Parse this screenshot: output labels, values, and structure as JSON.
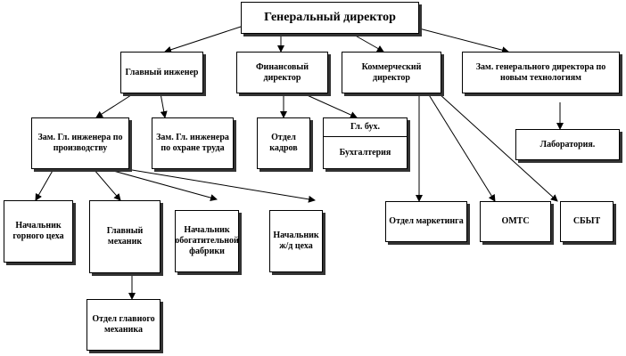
{
  "nodes": {
    "gen_director": "Генеральный директор",
    "chief_engineer": "Главный инженер",
    "fin_director": "Финансовый директор",
    "com_director": "Коммерческий директор",
    "dep_gen_director_tech": "Зам. генерального директора по новым технологиям",
    "dep_chief_eng_production": "Зам. Гл. инженера по производству",
    "dep_chief_eng_labor": "Зам. Гл. инженера по охране труда",
    "hr_dept": "Отдел кадров",
    "chief_accountant": "Гл. бух.",
    "accounting": "Бухгалтерия",
    "laboratory": "Лаборатория.",
    "mining_head": "Начальник горного цеха",
    "chief_mechanic": "Главный механик",
    "processing_head": "Начальник обогатительной фабрики",
    "railway_head": "Начальник ж/д цеха",
    "mechanic_dept": "Отдел главного механика",
    "marketing_dept": "Отдел маркетинга",
    "omts": "ОМТС",
    "sales": "СБЫТ"
  }
}
